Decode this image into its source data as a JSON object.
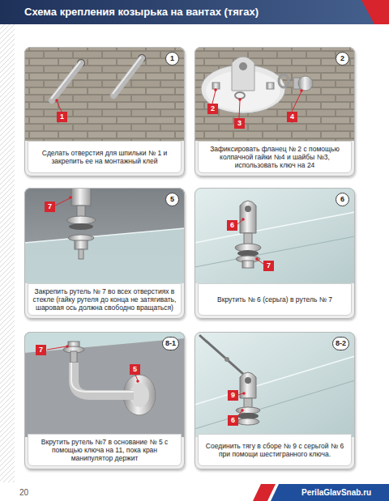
{
  "diagram": {
    "title": "Схема крепления козырька на вантах (тягах)",
    "nodes": [
      {
        "text": [
          "Сделать отверстия для шпильки № 1 и закрепить ее на монтажный клей"
        ]
      },
      {
        "text": [
          "1"
        ],
        "in": 0
      },
      {
        "text": [
          "1"
        ],
        "in": 0
      },
      {
        "text": [
          "Зафиксировать фланец № 2 с помощью колпачной гайки №4 и шайбы №3, использовать ключ на 24"
        ]
      },
      {
        "text": [
          "2"
        ],
        "in": 3
      },
      {
        "text": [
          "2"
        ],
        "in": 3
      },
      {
        "text": [
          "3"
        ],
        "in": 3
      },
      {
        "text": [
          "4"
        ],
        "in": 3
      },
      {
        "text": [
          "Закрепить рутель № 7 во всех отверстиях в стекле (гайку рутеля до конца не затягивать, шаровая ось должна свободно вращаться)"
        ]
      },
      {
        "text": [
          "5"
        ],
        "in": 8
      },
      {
        "text": [
          "7"
        ],
        "in": 8
      },
      {
        "text": [
          "Вкрутить № 6 (серьга) в рутель № 7"
        ]
      },
      {
        "text": [
          "6"
        ],
        "in": 11
      },
      {
        "text": [
          "6"
        ],
        "in": 11
      },
      {
        "text": [
          "7"
        ],
        "in": 11
      },
      {
        "text": [
          "Вкрутить рутель №7 в основание № 5 с помощью ключа на 11, пока кран манипулятор держит"
        ]
      },
      {
        "text": [
          "8-1"
        ],
        "in": 15
      },
      {
        "text": [
          "7"
        ],
        "in": 15
      },
      {
        "text": [
          "5"
        ],
        "in": 15
      },
      {
        "text": [
          "Соединить тягу в сборе № 9 с серьгой № 6 при помощи шестигранного ключа."
        ]
      },
      {
        "text": [
          "8-2"
        ],
        "in": 19
      },
      {
        "text": [
          "9"
        ],
        "in": 19
      },
      {
        "text": [
          "6"
        ],
        "in": 19
      }
    ],
    "labels": [
      "20",
      "PerilaGlavSnab.ru"
    ]
  }
}
